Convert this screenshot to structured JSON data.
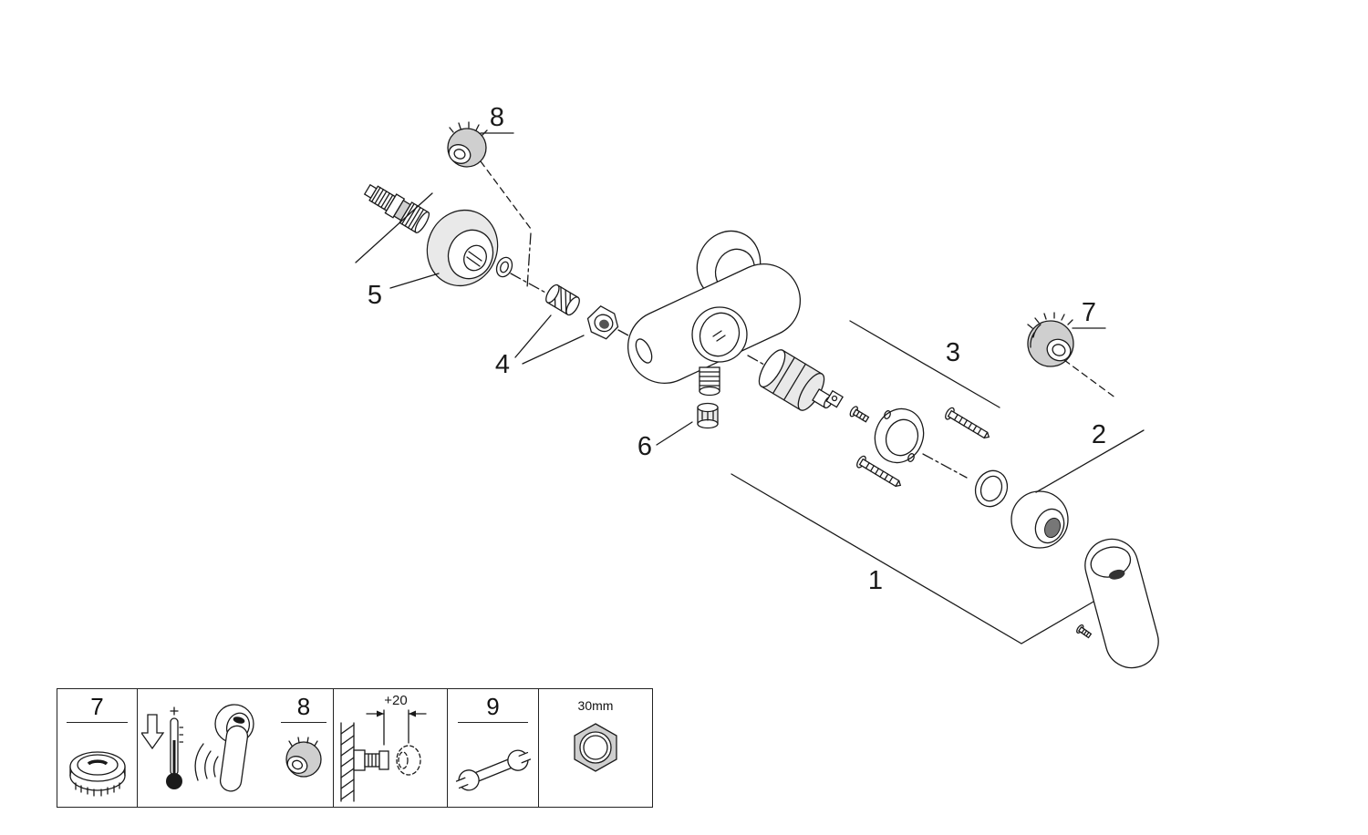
{
  "colors": {
    "line": "#1a1a1a",
    "shade": "#cfcfcf",
    "background": "#ffffff"
  },
  "callouts": {
    "n1": "1",
    "n2": "2",
    "n3": "3",
    "n4": "4",
    "n5": "5",
    "n6": "6",
    "n7": "7",
    "n8": "8"
  },
  "legend": {
    "box_7": {
      "label": "7",
      "icon": "knurled-cap-icon"
    },
    "box_8": {
      "label": "8",
      "icon": "cap-icon",
      "extra_icons": [
        "temperature-limiter-icon",
        "lever-handle-icon"
      ]
    },
    "mounting": {
      "dimension": "+20",
      "icon": "wall-extension-icon"
    },
    "box_9": {
      "label": "9",
      "icon": "wrench-icon"
    },
    "nut": {
      "size": "30mm",
      "icon": "hex-nut-icon"
    }
  }
}
